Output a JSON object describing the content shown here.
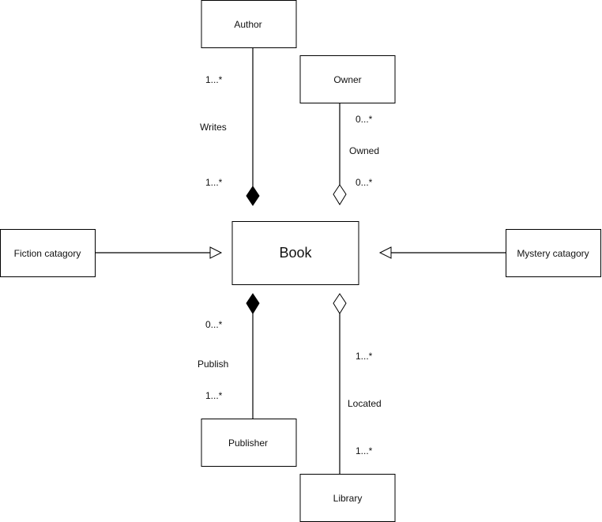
{
  "nodes": {
    "author": "Author",
    "owner": "Owner",
    "book": "Book",
    "fiction": "Fiction catagory",
    "mystery": "Mystery catagory",
    "publisher": "Publisher",
    "library": "Library"
  },
  "relations": {
    "writes": {
      "name": "Writes",
      "source_mult": "1...*",
      "target_mult": "1...*"
    },
    "owned": {
      "name": "Owned",
      "source_mult": "0...*",
      "target_mult": "0...*"
    },
    "publish": {
      "name": "Publish",
      "book_mult": "0...*",
      "publisher_mult": "1...*"
    },
    "located": {
      "name": "Located",
      "book_mult": "1...*",
      "library_mult": "1...*"
    }
  },
  "colors": {
    "stroke": "#000000",
    "fill": "#ffffff",
    "text": "#111111"
  }
}
